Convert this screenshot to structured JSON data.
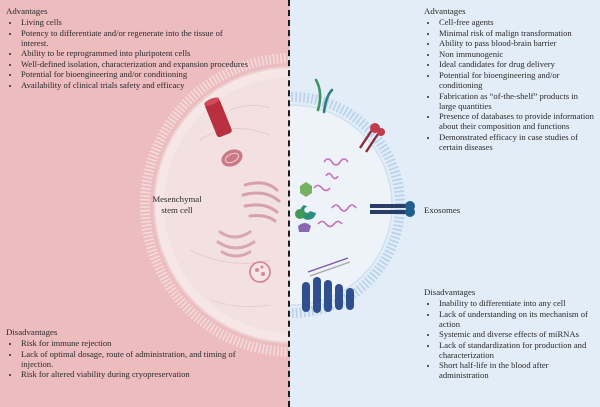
{
  "msc": {
    "advantages_title": "Advantages",
    "advantages": [
      "Living cells",
      "Potency to differentiate and/or regenerate into the tissue of interest.",
      "Ability to be reprogrammed into pluripotent cells",
      "Well-defined isolation, characterization and expansion procedures",
      "Potential for bioengineering and/or conditioning",
      "Availability of clinical trials safety and efficacy"
    ],
    "disadvantages_title": "Disadvantages",
    "disadvantages": [
      "Risk for immune rejection",
      "Lack of optimal dosage, route of administration, and timing of injection.",
      "Risk for altered viability during cryopreservation"
    ],
    "label_line1": "Mesenchymal",
    "label_line2": "stem cell"
  },
  "exosome": {
    "advantages_title": "Advantages",
    "advantages": [
      "Cell-free agents",
      "Minimal risk of malign transformation",
      "Ability to pass blood-brain barrier",
      "Non immunogenic",
      "Ideal candidates for drug delivery",
      "Potential for bioengineering and/or conditioning",
      "Fabrication as “of-the-shelf” products in large quantities",
      "Presence of databases to provide information about their composition and functions",
      "Demonstrated efficacy in case studies of certain diseases"
    ],
    "disadvantages_title": "Disadvantages",
    "disadvantages": [
      "Inability to differentiate into any cell",
      "Lack of understanding on its mechanism of action",
      "Systemic and diverse effects of miRNAs",
      "Lack of standardization for production and characterization",
      "Short half-life in the blood after administration"
    ],
    "label": "Exosomes"
  },
  "colors": {
    "left_background": "#edbcbf",
    "right_background": "#e3edf7",
    "cell_membrane": "#f7e9e9",
    "exosome_membrane": "#b9d3ec",
    "divider": "#1b1b1b"
  }
}
